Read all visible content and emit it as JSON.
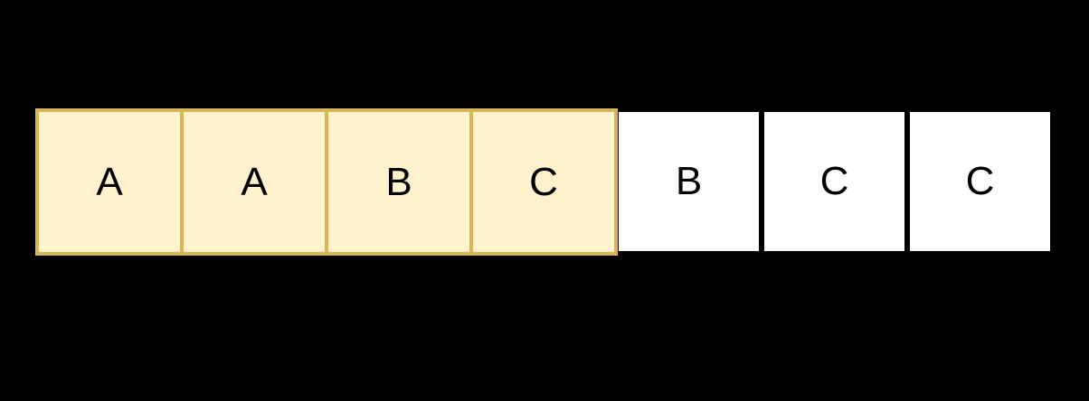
{
  "diagram": {
    "cells": [
      {
        "label": "A",
        "highlighted": true
      },
      {
        "label": "A",
        "highlighted": true
      },
      {
        "label": "B",
        "highlighted": true
      },
      {
        "label": "C",
        "highlighted": true
      },
      {
        "label": "B",
        "highlighted": false
      },
      {
        "label": "C",
        "highlighted": false
      },
      {
        "label": "C",
        "highlighted": false
      }
    ],
    "colors": {
      "background": "#000000",
      "highlight_fill": "#FFF2CC",
      "highlight_border": "#D6B656",
      "plain_fill": "#FFFFFF",
      "text": "#000000"
    }
  }
}
